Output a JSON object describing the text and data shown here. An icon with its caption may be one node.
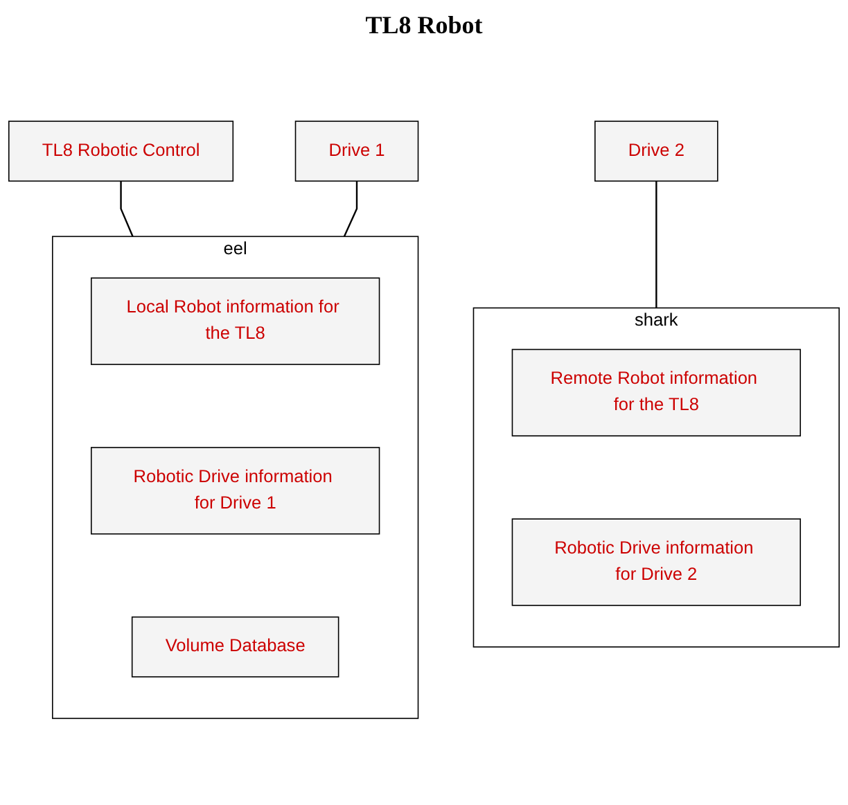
{
  "diagram": {
    "title": "TL8 Robot",
    "nodes": [
      {
        "text": [
          "TL8 Robotic Control"
        ]
      },
      {
        "text": [
          "Drive 1"
        ]
      },
      {
        "text": [
          "Drive 2"
        ]
      },
      {
        "text": [
          "eel"
        ]
      },
      {
        "text": [
          "Local Robot information for the TL8"
        ],
        "in": 3
      },
      {
        "text": [
          "Robotic Drive information for Drive 1"
        ],
        "in": 3
      },
      {
        "text": [
          "Volume Database"
        ],
        "in": 3
      },
      {
        "text": [
          "shark"
        ]
      },
      {
        "text": [
          "Remote Robot information for the TL8"
        ],
        "in": 7
      },
      {
        "text": [
          "Robotic Drive information for Drive 2"
        ],
        "in": 7
      }
    ],
    "edges": [
      {
        "from": 0,
        "to": 3,
        "arrow": "none"
      },
      {
        "from": 1,
        "to": 3,
        "arrow": "none"
      },
      {
        "from": 2,
        "to": 7,
        "arrow": "none"
      }
    ]
  }
}
